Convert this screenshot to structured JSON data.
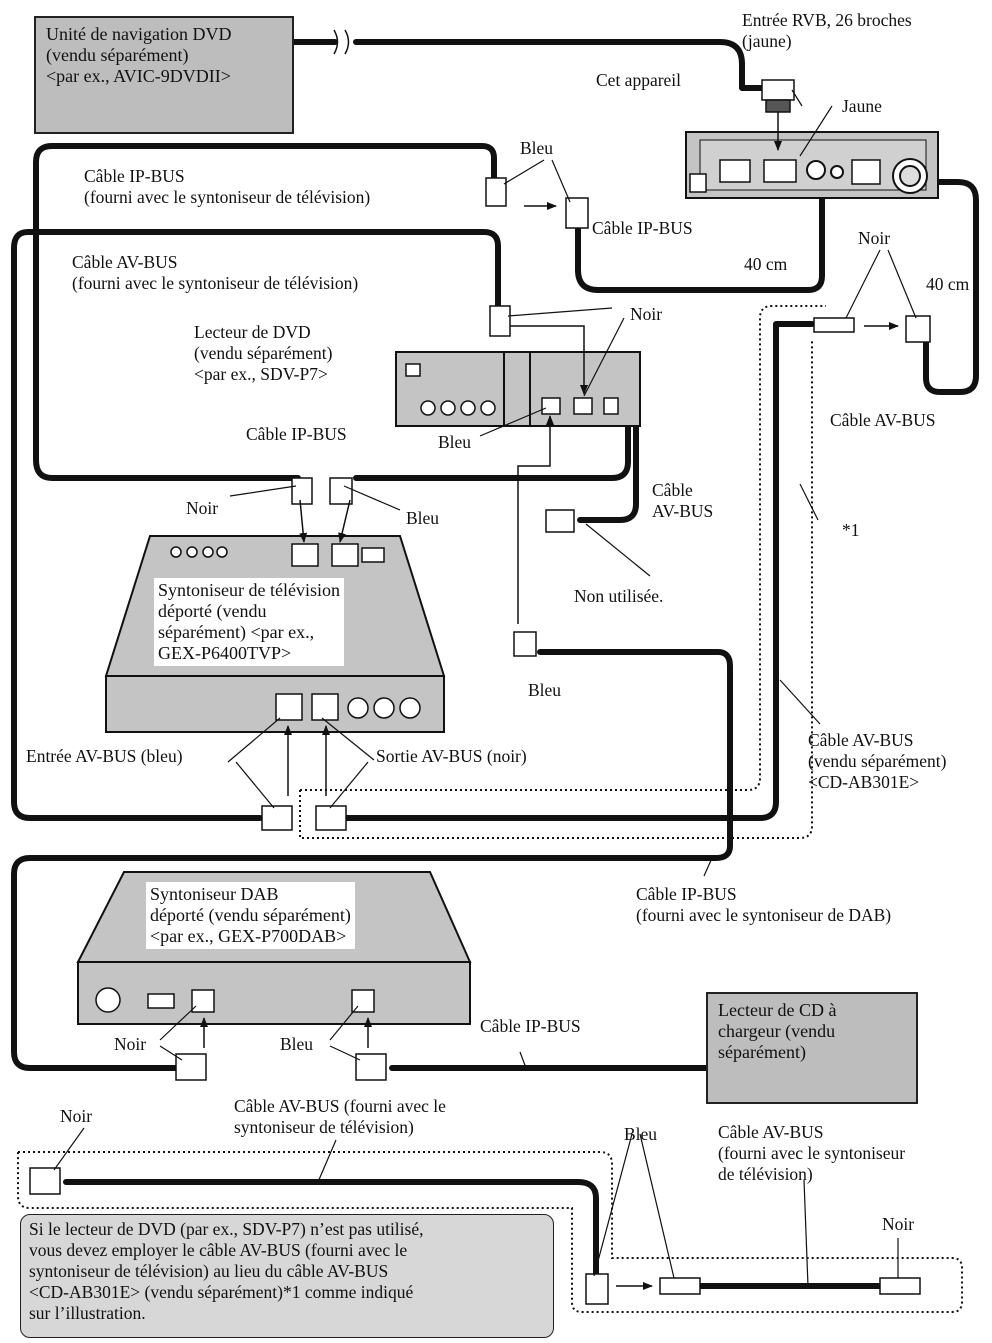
{
  "colors": {
    "cable": "#111111",
    "device_fill": "#c4c4c4",
    "box_fill": "#bdbdbd",
    "note_fill": "#d7d7d7"
  },
  "boxes": {
    "nav_unit": [
      "Unité de navigation DVD",
      "(vendu séparément)",
      "<par ex., AVIC-9DVDII>"
    ],
    "cd_changer": [
      "Lecteur de CD à",
      "chargeur (vendu",
      "séparément)"
    ]
  },
  "devices": {
    "tv_tuner": [
      "Syntoniseur de télévision",
      "déporté (vendu",
      "séparément) <par ex.,",
      "GEX-P6400TVP>"
    ],
    "dab_tuner": [
      "Syntoniseur DAB",
      "déporté (vendu séparément)",
      "<par ex., GEX-P700DAB>"
    ],
    "dvd_player": [
      "Lecteur de DVD",
      "(vendu séparément)",
      "<par ex., SDV-P7>"
    ]
  },
  "labels": {
    "rgb_input": [
      "Entrée RVB, 26 broches",
      "(jaune)"
    ],
    "this_unit": "Cet appareil",
    "yellow": "Jaune",
    "blue": "Bleu",
    "black": "Noir",
    "ipbus_cable": "Câble IP-BUS",
    "ipbus_tv": [
      "Câble IP-BUS",
      "(fourni avec le syntoniseur de télévision)"
    ],
    "avbus_tv": [
      "Câble AV-BUS",
      "(fourni avec le syntoniseur de télévision)"
    ],
    "avbus_cable": "Câble AV-BUS",
    "avbus_stack": [
      "Câble",
      "AV-BUS"
    ],
    "length_40cm": "40 cm",
    "not_used": "Non utilisée.",
    "footnote_mark": "*1",
    "avbus_in": "Entrée AV-BUS (bleu)",
    "avbus_out": "Sortie AV-BUS (noir)",
    "avbus_sold": [
      "Câble AV-BUS",
      "(vendu séparément)",
      "<CD-AB301E>"
    ],
    "ipbus_dab": [
      "Câble IP-BUS",
      "(fourni avec le syntoniseur de DAB)"
    ],
    "avbus_tv_inline": [
      "Câble AV-BUS (fourni avec le",
      "syntoniseur de télévision)"
    ],
    "avbus_tv_short": [
      "Câble AV-BUS",
      "(fourni avec le syntoniseur",
      "de télévision)"
    ]
  },
  "note": [
    "Si le lecteur de DVD (par ex., SDV-P7) n’est pas utilisé,",
    "vous devez employer le câble AV-BUS (fourni avec le",
    "syntoniseur de télévision) au lieu du câble AV-BUS",
    "<CD-AB301E> (vendu séparément)*1 comme indiqué",
    "sur l’illustration."
  ]
}
